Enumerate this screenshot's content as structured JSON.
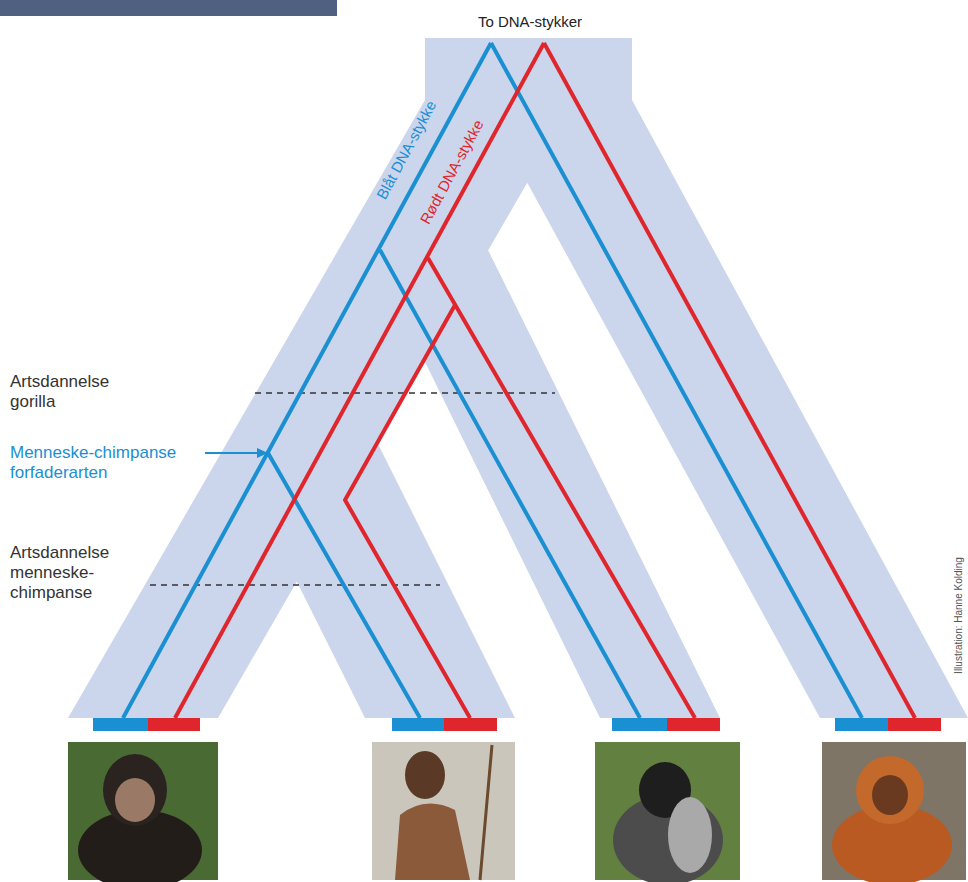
{
  "diagram": {
    "labels": [
      "To DNA-stykker",
      "Blåt DNA-stykke",
      "Rødt DNA-stykke",
      "Artsdannelse gorilla",
      "Menneske-chimpanse forfaderarten",
      "Artsdannelse menneske-chimpanse",
      "Illustration: Hanne Kolding"
    ]
  }
}
